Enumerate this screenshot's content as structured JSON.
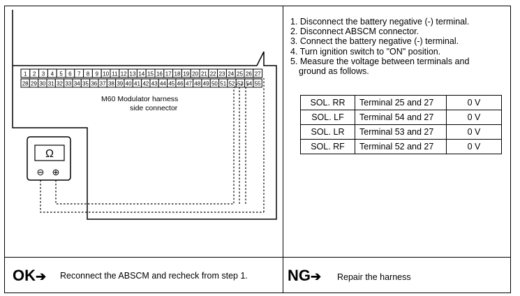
{
  "steps": [
    "1. Disconnect the battery negative (-) terminal.",
    "2. Disconnect ABSCM connector.",
    "3. Connect the battery negative (-) terminal.",
    "4. Turn ignition switch to \"ON\" position.",
    "5. Measure the voltage between terminals and",
    "ground as follows."
  ],
  "voltage_table": [
    {
      "sol": "SOL. RR",
      "terminal": "Terminal 25 and 27",
      "voltage": "0 V"
    },
    {
      "sol": "SOL. LF",
      "terminal": "Terminal 54 and 27",
      "voltage": "0 V"
    },
    {
      "sol": "SOL. LR",
      "terminal": "Terminal 53 and 27",
      "voltage": "0 V"
    },
    {
      "sol": "SOL. RF",
      "terminal": "Terminal 52 and 27",
      "voltage": "0 V"
    }
  ],
  "connector": {
    "label_line1": "M60 Modulator harness",
    "label_line2": "side connector",
    "top_row": [
      "1",
      "2",
      "3",
      "4",
      "5",
      "6",
      "7",
      "8",
      "9",
      "10",
      "11",
      "12",
      "13",
      "14",
      "15",
      "16",
      "17",
      "18",
      "19",
      "20",
      "21",
      "22",
      "23",
      "24",
      "25",
      "26",
      "27"
    ],
    "bottom_row": [
      "28",
      "29",
      "30",
      "31",
      "32",
      "33",
      "34",
      "35",
      "36",
      "37",
      "38",
      "39",
      "40",
      "41",
      "42",
      "43",
      "44",
      "45",
      "46",
      "47",
      "48",
      "49",
      "50",
      "51",
      "52",
      "53",
      "54",
      "55"
    ]
  },
  "meter": {
    "symbol": "Ω",
    "neg_terminal": "⊖",
    "pos_terminal": "⊕"
  },
  "ok": {
    "label": "OK",
    "arrow": "➔",
    "text": "Reconnect the ABSCM and recheck from step 1."
  },
  "ng": {
    "label": "NG",
    "arrow": "➔",
    "text": "Repair the harness"
  }
}
